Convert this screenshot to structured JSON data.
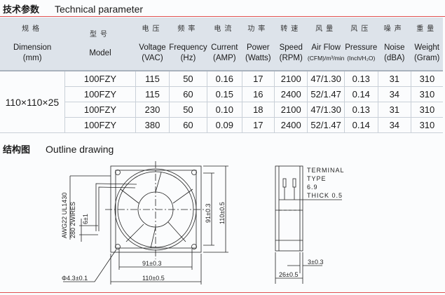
{
  "section1": {
    "title_cn": "技术参数",
    "title_en": "Technical parameter"
  },
  "headers": [
    {
      "cn": "规格",
      "en": "Dimension",
      "unit": "(mm)"
    },
    {
      "cn": "型号",
      "en": "Model",
      "unit": ""
    },
    {
      "cn": "电压",
      "en": "Voltage",
      "unit": "(VAC)"
    },
    {
      "cn": "频率",
      "en": "Frequency",
      "unit": "(Hz)"
    },
    {
      "cn": "电流",
      "en": "Current",
      "unit": "(AMP)"
    },
    {
      "cn": "功率",
      "en": "Power",
      "unit": "(Watts)"
    },
    {
      "cn": "转速",
      "en": "Speed",
      "unit": "(RPM)"
    },
    {
      "cn": "风量",
      "en": "Air Flow",
      "unit": "(CFM)/m³/min"
    },
    {
      "cn": "风压",
      "en": "Pressure",
      "unit": "(Inch/H₂O)"
    },
    {
      "cn": "噪声",
      "en": "Noise",
      "unit": "(dBA)"
    },
    {
      "cn": "重量",
      "en": "Weight",
      "unit": "(Gram)"
    }
  ],
  "dimension": "110×110×25",
  "rows": [
    [
      "100FZY",
      "115",
      "50",
      "0.16",
      "17",
      "2100",
      "47/1.30",
      "0.13",
      "31",
      "310"
    ],
    [
      "100FZY",
      "115",
      "60",
      "0.15",
      "16",
      "2400",
      "52/1.47",
      "0.14",
      "34",
      "310"
    ],
    [
      "100FZY",
      "230",
      "50",
      "0.10",
      "18",
      "2100",
      "47/1.30",
      "0.13",
      "31",
      "310"
    ],
    [
      "100FZY",
      "380",
      "60",
      "0.09",
      "17",
      "2400",
      "52/1.47",
      "0.14",
      "34",
      "310"
    ]
  ],
  "section2": {
    "title_cn": "结构图",
    "title_en": "Outline drawing"
  },
  "drawing": {
    "wire1": "AWG22 UL1430",
    "wire2": "280 2WIRES",
    "wire_strip": "6±1",
    "hole": "Φ4.3±0.1",
    "hole_pitch_h": "91±0.3",
    "size_h": "110±0.5",
    "hole_pitch_v": "91±0.3",
    "size_v": "110±0.5",
    "terminal": [
      "TERMINAL",
      "TYPE",
      "6.9",
      "THICK 0.5"
    ],
    "flange": "3±0.3",
    "depth": "26±0.5"
  }
}
